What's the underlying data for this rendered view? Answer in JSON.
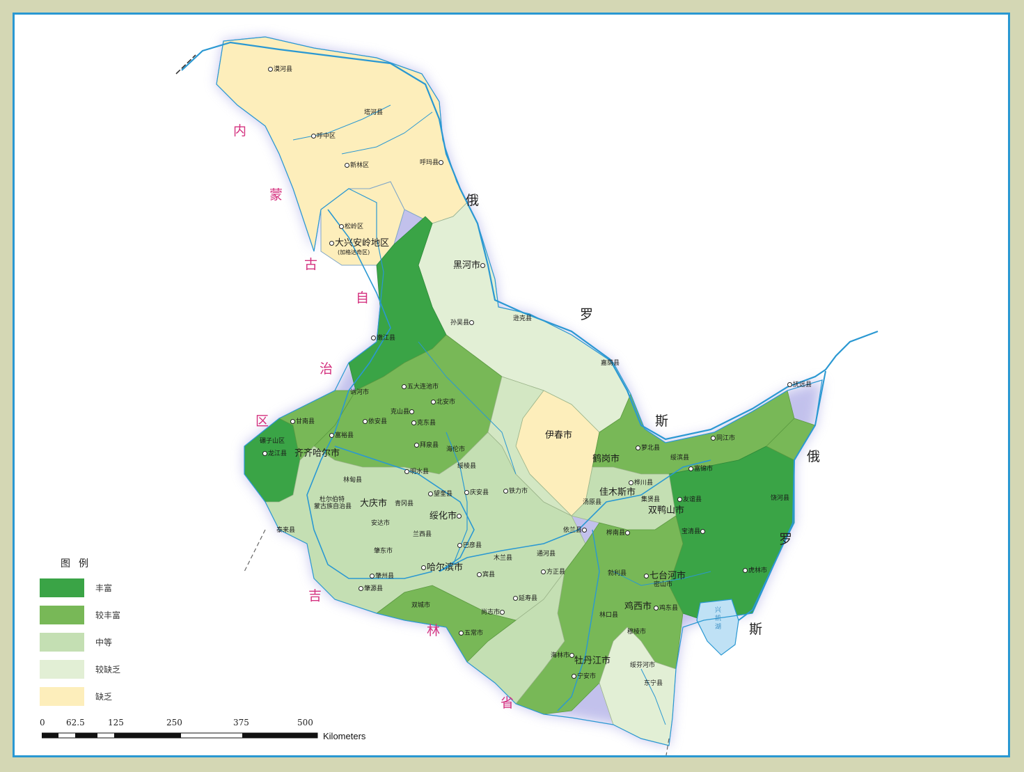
{
  "legend": {
    "title": "图例",
    "items": [
      {
        "label": "丰富",
        "color": "#3aa446"
      },
      {
        "label": "较丰富",
        "color": "#78b857"
      },
      {
        "label": "中等",
        "color": "#c4dfb3"
      },
      {
        "label": "较缺乏",
        "color": "#e2efd5"
      },
      {
        "label": "缺乏",
        "color": "#fdeebb"
      }
    ]
  },
  "scale": {
    "ticks": [
      "0",
      "62.5",
      "125",
      "250",
      "375",
      "500"
    ],
    "unit": "Kilometers"
  },
  "neighbors": {
    "inner_mongolia": [
      "内",
      "蒙",
      "古",
      "自",
      "治",
      "区"
    ],
    "russia_north": [
      "俄",
      "罗",
      "斯"
    ],
    "russia_east": [
      "俄",
      "罗",
      "斯"
    ],
    "jilin": [
      "吉",
      "林",
      "省"
    ]
  },
  "cities": {
    "mohe": "漠河县",
    "tahe": "塔河县",
    "huzhong": "呼中区",
    "xinlin": "新林区",
    "huma": "呼玛县",
    "songling": "松岭区",
    "daxinganling": "大兴安岭地区",
    "jiagedaqi": "(加格达奇区)",
    "heihe": "黑河市",
    "sunwu": "孙吴县",
    "xunke": "逊克县",
    "jiayin": "嘉荫县",
    "nenjiang": "嫩江县",
    "nehe": "讷河市",
    "wudalianchi": "五大连池市",
    "beian": "北安市",
    "keshan": "克山县",
    "kedong": "克东县",
    "yian": "依安县",
    "baiquan": "拜泉县",
    "gannan": "甘南县",
    "fuyu": "富裕县",
    "nianzishan": "碾子山区",
    "longjiang": "龙江县",
    "qiqihar": "齐齐哈尔市",
    "yichun": "伊春市",
    "hegang": "鹤岗市",
    "luobei": "萝北县",
    "suibin": "绥滨县",
    "tongjiang": "同江市",
    "fuyuan": "抚远县",
    "fujin": "富锦市",
    "huachuan": "桦川县",
    "jiamusi": "佳木斯市",
    "jixian": "集贤县",
    "youyi": "友谊县",
    "shuangyashan": "双鸭山市",
    "raohe": "饶河县",
    "baoqing": "宝清县",
    "tangyuan": "汤原县",
    "hailun": "海伦市",
    "suileng": "绥棱县",
    "mingshui": "明水县",
    "wangkui": "望奎县",
    "qingan": "庆安县",
    "tieli": "铁力市",
    "linzhou": "林甸县",
    "duerbote": "杜尔伯特",
    "mengguzu": "蒙古族自治县",
    "daqing": "大庆市",
    "qinggang": "青冈县",
    "suihua": "绥化市",
    "andai": "安达市",
    "lanxi": "兰西县",
    "bayan": "巴彦县",
    "mulan": "木兰县",
    "tonghe": "通河县",
    "yilan": "依兰县",
    "huanan": "桦南县",
    "boli": "勃利县",
    "qitaihe": "七台河市",
    "mishan": "密山市",
    "hulin": "虎林市",
    "jixi": "鸡西市",
    "jidong": "鸡东县",
    "muleng": "穆棱市",
    "linkou": "林口县",
    "zhaodong": "肇东市",
    "zhaozhou": "肇州县",
    "zhaoyuan": "肇源县",
    "tailai": "泰来县",
    "harbin": "哈尔滨市",
    "binxian": "宾县",
    "fangzheng": "方正县",
    "yanshou": "延寿县",
    "shangzhi": "尚志市",
    "shuangcheng": "双城市",
    "wuchang": "五常市",
    "hailin": "海林市",
    "mudanjiang": "牡丹江市",
    "ningan": "宁安市",
    "suifenhe": "绥芬河市",
    "dongning": "东宁县"
  },
  "lake": {
    "line1": "兴",
    "line2": "凯",
    "line3": "湖"
  }
}
